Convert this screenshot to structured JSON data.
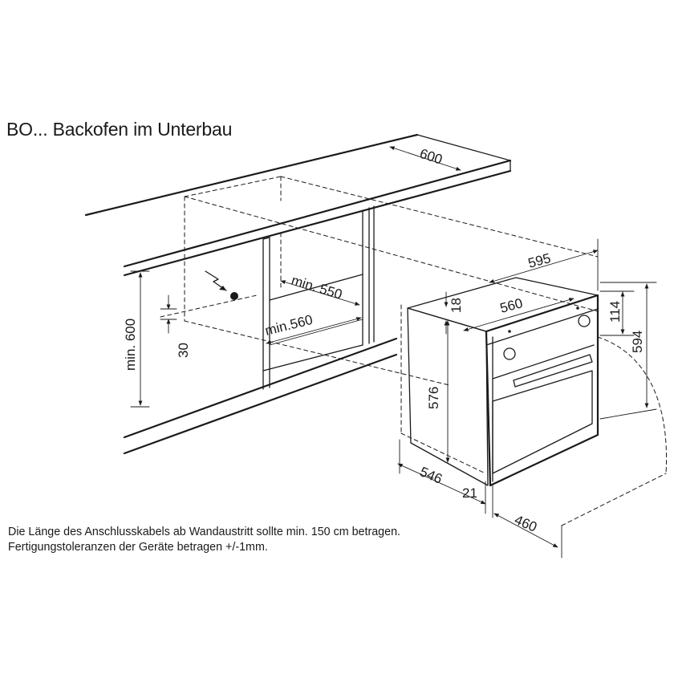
{
  "title": "BO... Backofen im Unterbau",
  "notes": [
    "Die Länge des Anschlusskabels ab Wandaustritt sollte min. 150 cm betragen.",
    "Fertigungstoleranzen der Geräte betragen +/-1mm."
  ],
  "dimensions": {
    "worktop_depth": "600",
    "niche_height": "min. 600",
    "socket_offset": "30",
    "niche_depth": "min. 550",
    "niche_width": "min.560",
    "oven_width": "595",
    "body_width": "560",
    "top_offset": "18",
    "panel_height": "114",
    "oven_height": "594",
    "body_height": "576",
    "body_depth": "546",
    "front_thickness": "21",
    "door_open": "460"
  },
  "icons": [
    "electric-connection-icon"
  ]
}
